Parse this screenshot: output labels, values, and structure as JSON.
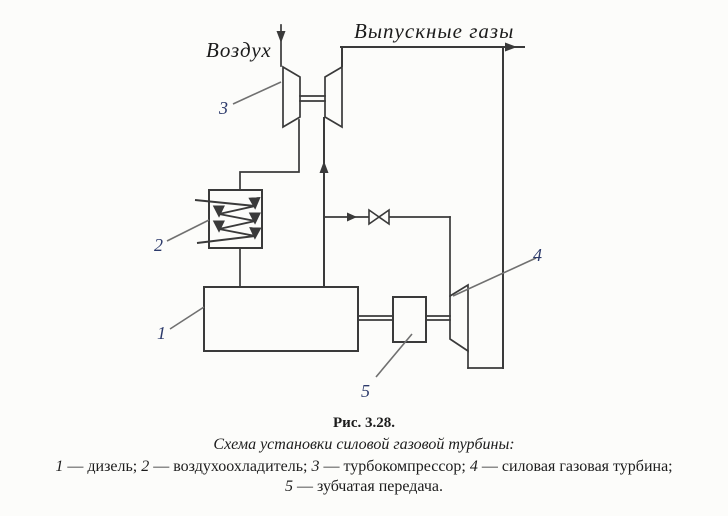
{
  "figure": {
    "diagram": {
      "labels": {
        "air": "Воздух",
        "exhaust_gases": "Выпускные газы"
      },
      "part_numbers": {
        "diesel": "1",
        "cooler": "2",
        "compressor": "3",
        "turbine": "4",
        "gear": "5"
      }
    },
    "caption": {
      "fig_number": "Рис. 3.28.",
      "title": "Схема установки силовой газовой турбины:",
      "legend": [
        {
          "num": "1",
          "desc": " — дизель; "
        },
        {
          "num": "2",
          "desc": " — воздухоохладитель; "
        },
        {
          "num": "3",
          "desc": " — турбокомпрессор; "
        },
        {
          "num": "4",
          "desc": " — силовая газовая турбина;"
        }
      ],
      "legend_last": {
        "num": "5",
        "desc": " — зубчатая передача."
      }
    },
    "colors": {
      "line": "#3a3a3a",
      "leader": "#707070",
      "number": "#2c3a6b",
      "text": "#1c1c1c",
      "background": "#fcfcfa"
    }
  }
}
